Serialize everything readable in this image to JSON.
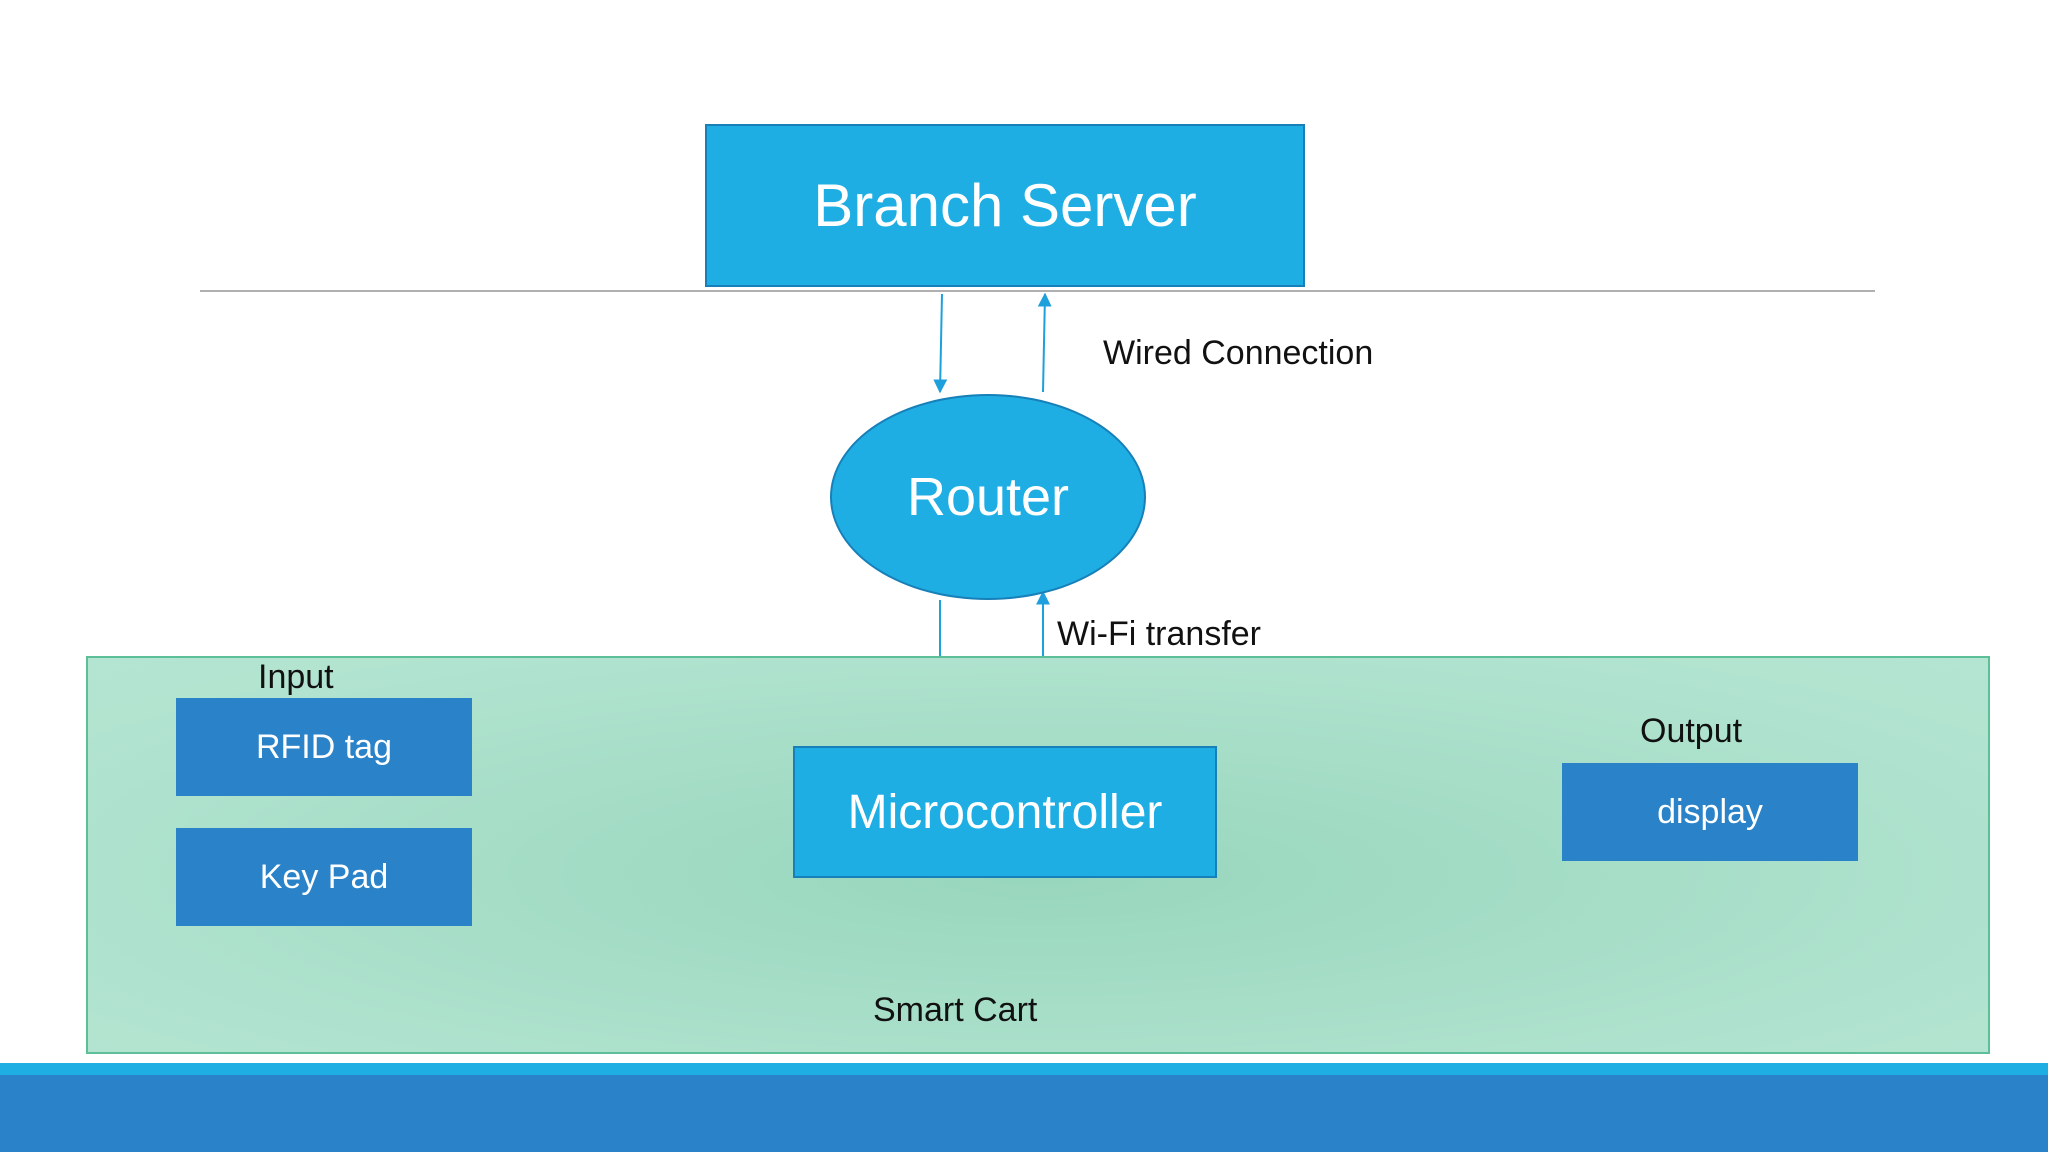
{
  "colors": {
    "primary_box": "#1eaee3",
    "dark_box": "#2a82c8",
    "cart_region": "#b0e3cf",
    "connector": "#1ea0dc",
    "footer": "#2a82c8"
  },
  "nodes": {
    "server": "Branch Server",
    "router": "Router",
    "microcontroller": "Microcontroller",
    "rfid": "RFID tag",
    "keypad": "Key Pad",
    "display": "display"
  },
  "labels": {
    "wired": "Wired Connection",
    "wifi": "Wi-Fi transfer",
    "input": "Input",
    "output": "Output",
    "cart": "Smart Cart"
  }
}
